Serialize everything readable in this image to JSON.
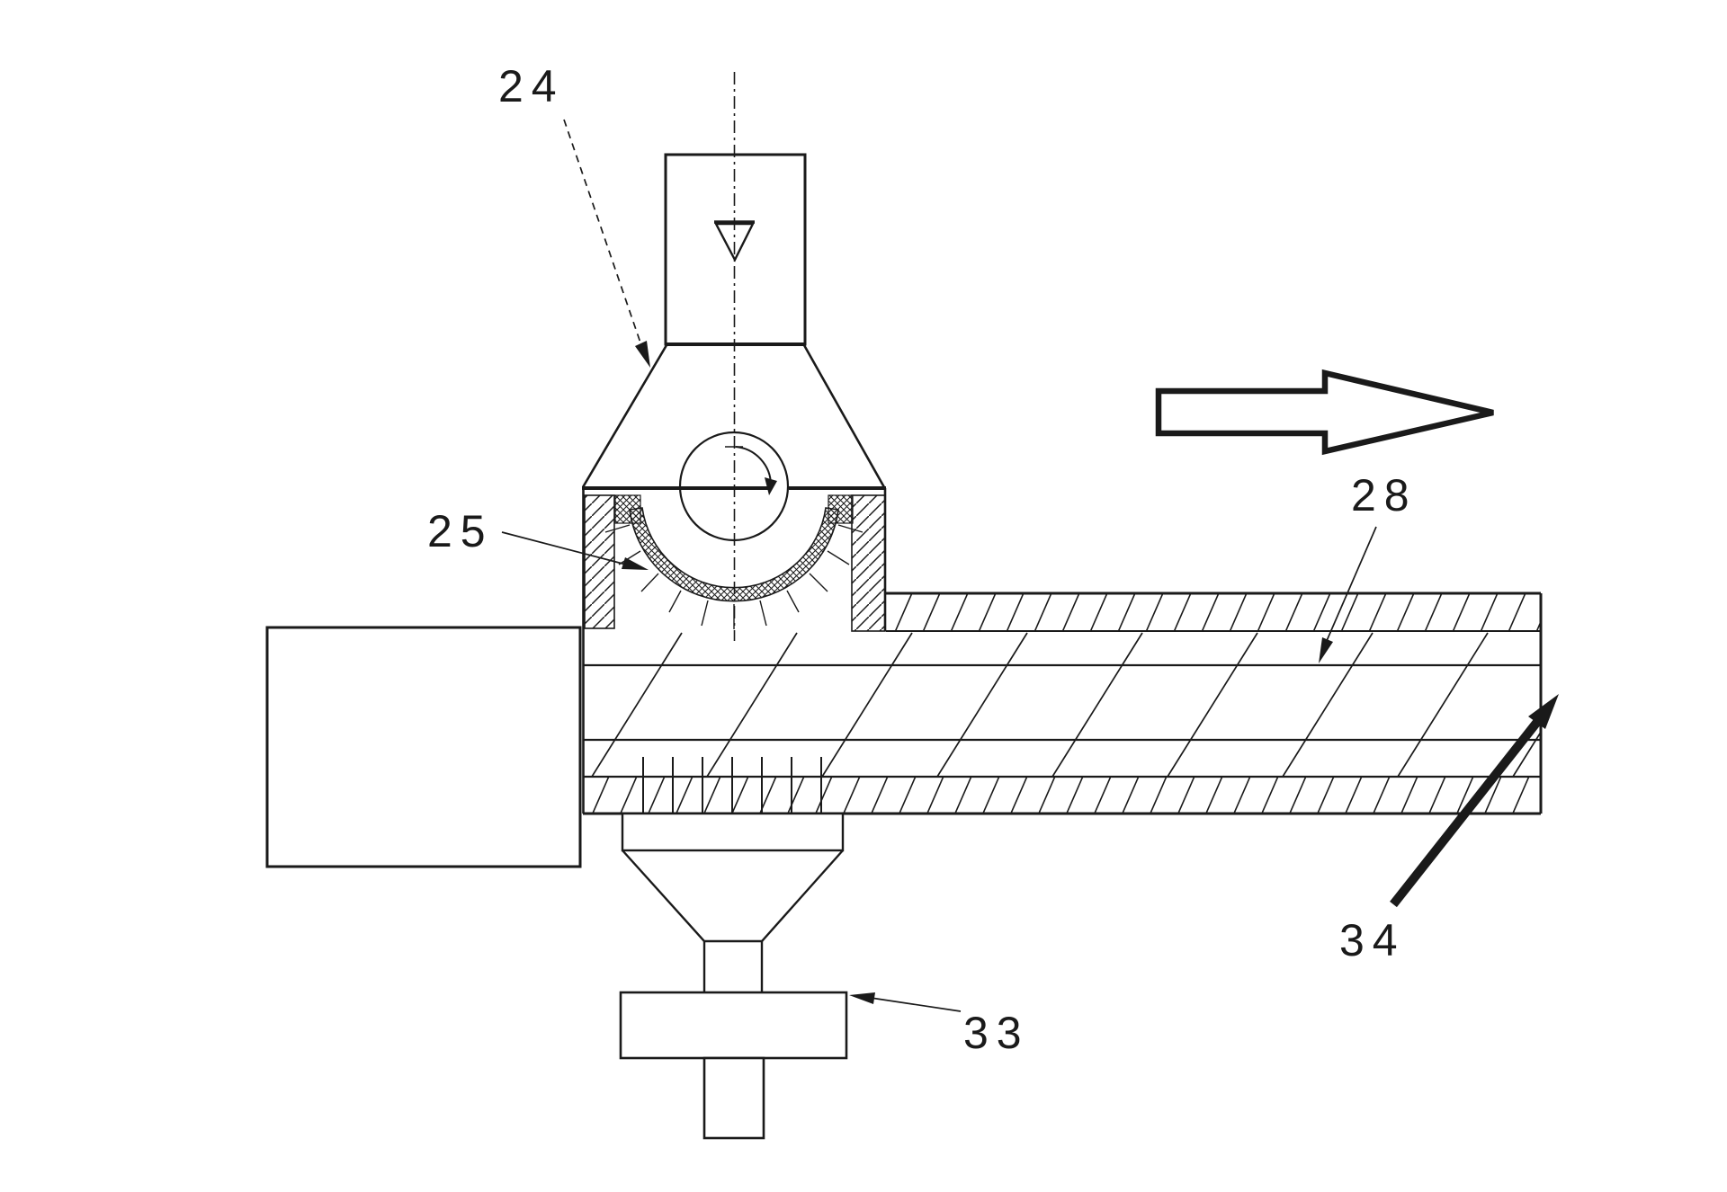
{
  "colors": {
    "ink": "#1a1a1a",
    "background": "#ffffff"
  },
  "figure": {
    "type": "patent-style sectional diagram of ball-valve feeder on screw conveyor pipe",
    "labels": {
      "l24": "24",
      "l25": "25",
      "l28": "28",
      "l33": "33",
      "l34": "34"
    }
  }
}
